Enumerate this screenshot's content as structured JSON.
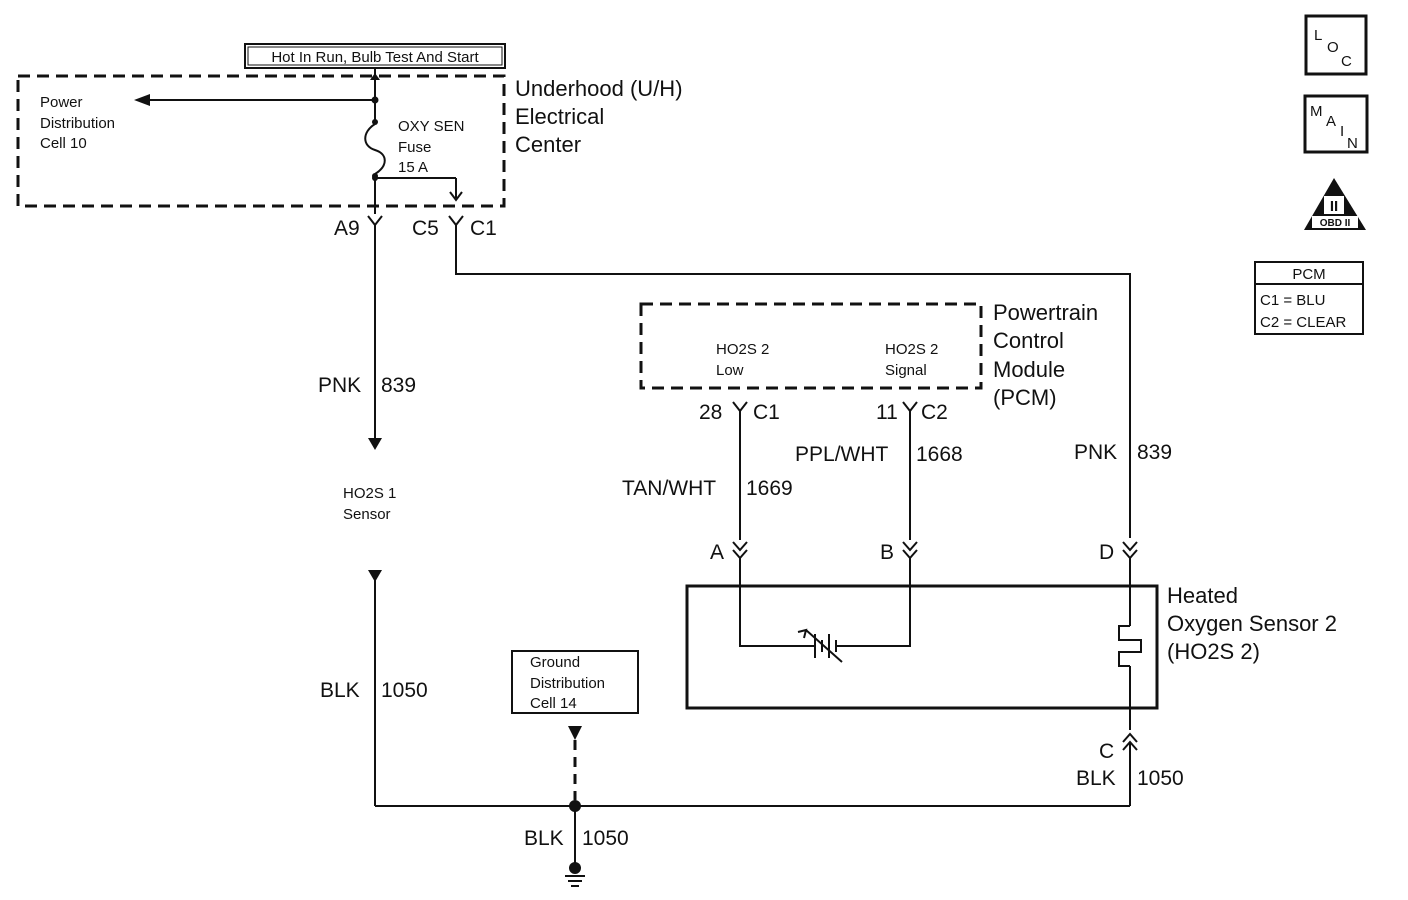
{
  "top_banner": "Hot In Run, Bulb Test And Start",
  "uh_center": {
    "title_lines": [
      "Underhood (U/H)",
      "Electrical",
      "Center"
    ],
    "power_dist_lines": [
      "Power",
      "Distribution",
      "Cell 10"
    ],
    "fuse_lines": [
      "OXY SEN",
      "Fuse",
      "15 A"
    ]
  },
  "connectors": {
    "a9": "A9",
    "c5": "C5",
    "c1_uh": "C1",
    "pcm_28": "28",
    "pcm_c1": "C1",
    "pcm_11": "11",
    "pcm_c2": "C2",
    "sensor_a": "A",
    "sensor_b": "B",
    "sensor_d": "D",
    "sensor_c": "C"
  },
  "wires": {
    "left_pnk_color": "PNK",
    "left_pnk_circuit": "839",
    "right_pnk_color": "PNK",
    "right_pnk_circuit": "839",
    "tan_color": "TAN/WHT",
    "tan_circuit": "1669",
    "ppl_color": "PPL/WHT",
    "ppl_circuit": "1668",
    "left_blk_color": "BLK",
    "left_blk_circuit": "1050",
    "right_blk_color": "BLK",
    "right_blk_circuit": "1050",
    "bottom_blk_color": "BLK",
    "bottom_blk_circuit": "1050"
  },
  "pcm": {
    "title_lines": [
      "Powertrain",
      "Control",
      "Module",
      "(PCM)"
    ],
    "low_lines": [
      "HO2S 2",
      "Low"
    ],
    "signal_lines": [
      "HO2S 2",
      "Signal"
    ]
  },
  "ho2s1_lines": [
    "HO2S 1",
    "Sensor"
  ],
  "ground_box_lines": [
    "Ground",
    "Distribution",
    "Cell 14"
  ],
  "sensor2_title_lines": [
    "Heated",
    "Oxygen Sensor 2",
    "(HO2S 2)"
  ],
  "legend": {
    "loc": [
      "L",
      "O",
      "C"
    ],
    "main": [
      "M",
      "A",
      "I",
      "N"
    ],
    "obd_symbol": "II",
    "obd_text": "OBD II",
    "pcm_title": "PCM",
    "pcm_c1": "C1 = BLU",
    "pcm_c2": "C2 = CLEAR"
  }
}
